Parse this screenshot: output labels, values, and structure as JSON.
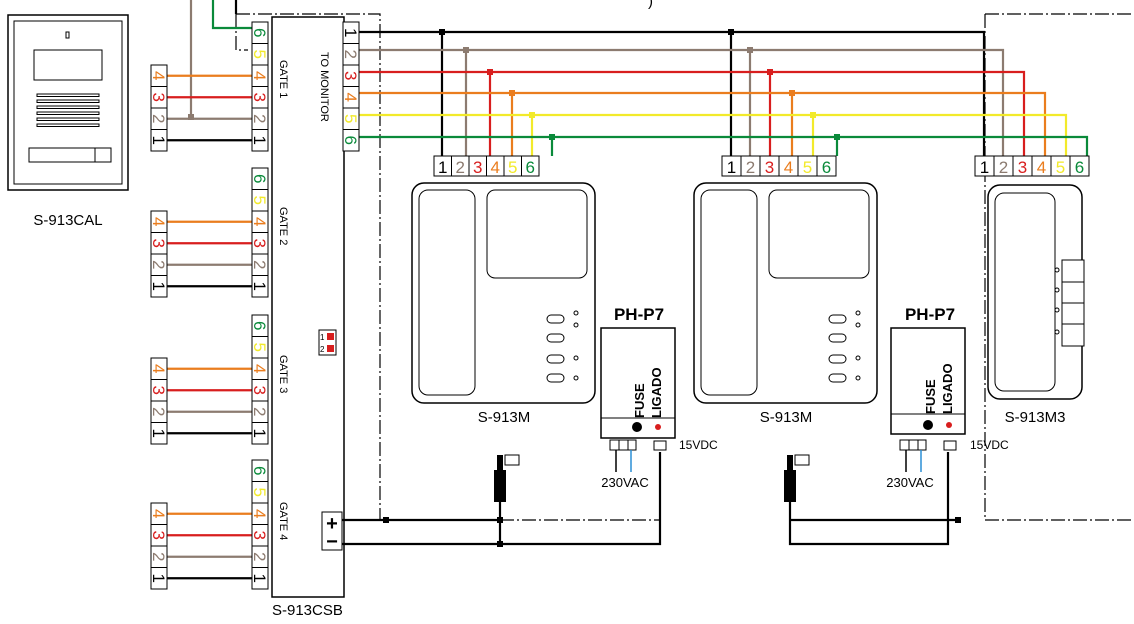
{
  "devices": {
    "door_panel": "S-913CAL",
    "control_box": "S-913CSB",
    "monitor_1": "S-913M",
    "monitor_2": "S-913M",
    "monitor_3": "S-913M3",
    "psu_1": "PH-P7",
    "psu_2": "PH-P7"
  },
  "control_box_labels": {
    "to_monitor": "TO MONITOR",
    "gate_1": "GATE 1",
    "gate_2": "GATE 2",
    "gate_3": "GATE 3",
    "gate_4": "GATE 4",
    "plus": "+",
    "minus": "−",
    "switch_1": "1",
    "switch_2": "2"
  },
  "psu_labels": {
    "fuse": "FUSE",
    "ligado": "LIGADO",
    "ac_input": "230VAC",
    "dc_output": "15VDC"
  },
  "terminal_numbers": [
    "1",
    "2",
    "3",
    "4",
    "5",
    "6"
  ],
  "wire_colors": {
    "1": "#000000",
    "2": "#8c7b70",
    "3": "#d81e1e",
    "4": "#ea7d1e",
    "5": "#f2ea2a",
    "6": "#0a8a3a"
  },
  "power_wire_color": "#000000",
  "ac_wire_color": "#2a8fd6",
  "top_note_fragment": ")"
}
